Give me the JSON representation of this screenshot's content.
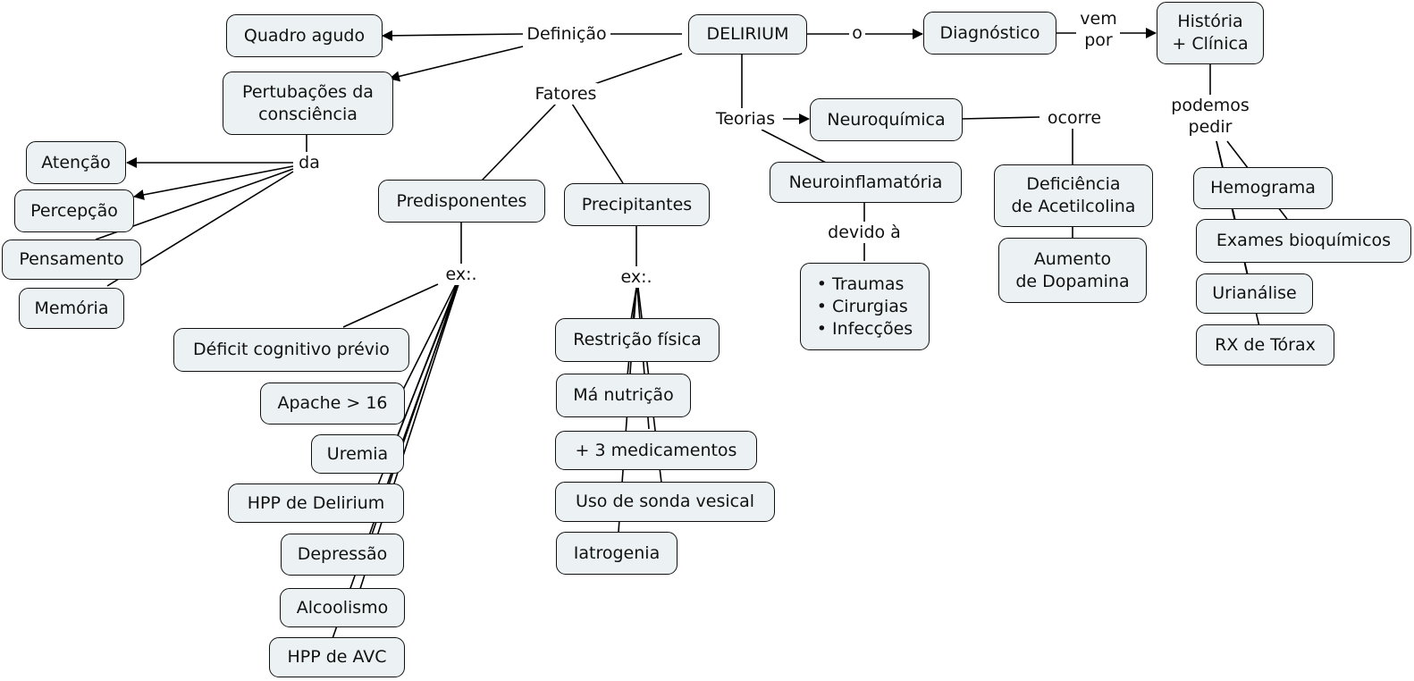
{
  "title": "DELIRIUM",
  "nodes": {
    "delirium": "DELIRIUM",
    "quadro_agudo": "Quadro agudo",
    "pertubacoes": "Pertubações da\nconsciência",
    "atencao": "Atenção",
    "percepcao": "Percepção",
    "pensamento": "Pensamento",
    "memoria": "Memória",
    "predisponentes": "Predisponentes",
    "precipitantes": "Precipitantes",
    "deficit": "Déficit cognitivo prévio",
    "apache": "Apache > 16",
    "uremia": "Uremia",
    "hpp_delirium": "HPP de Delirium",
    "depressao": "Depressão",
    "alcoolismo": "Alcoolismo",
    "hpp_avc": "HPP de AVC",
    "restricao": "Restrição física",
    "ma_nutricao": "Má nutrição",
    "medicamentos": "+ 3 medicamentos",
    "sonda": "Uso de sonda vesical",
    "iatrogenia": "Iatrogenia",
    "neuroquimica": "Neuroquímica",
    "neuroinflamatoria": "Neuroinflamatória",
    "causas": "• Traumas\n• Cirurgias\n• Infecções",
    "acetilcolina": "Deficiência\nde Acetilcolina",
    "dopamina": "Aumento\nde Dopamina",
    "diagnostico": "Diagnóstico",
    "historia": "História\n+ Clínica",
    "hemograma": "Hemograma",
    "bioquimicos": "Exames bioquímicos",
    "urianalise": "Urianálise",
    "rx": "RX de Tórax"
  },
  "linking_phrases": {
    "definicao": "Definição",
    "fatores": "Fatores",
    "da": "da",
    "ex_pred": "ex:.",
    "ex_prec": "ex:.",
    "teorias": "Teorias",
    "devido": "devido à",
    "ocorre": "ocorre",
    "o": "o",
    "vem_por": "vem\npor",
    "podemos_pedir": "podemos\npedir"
  }
}
